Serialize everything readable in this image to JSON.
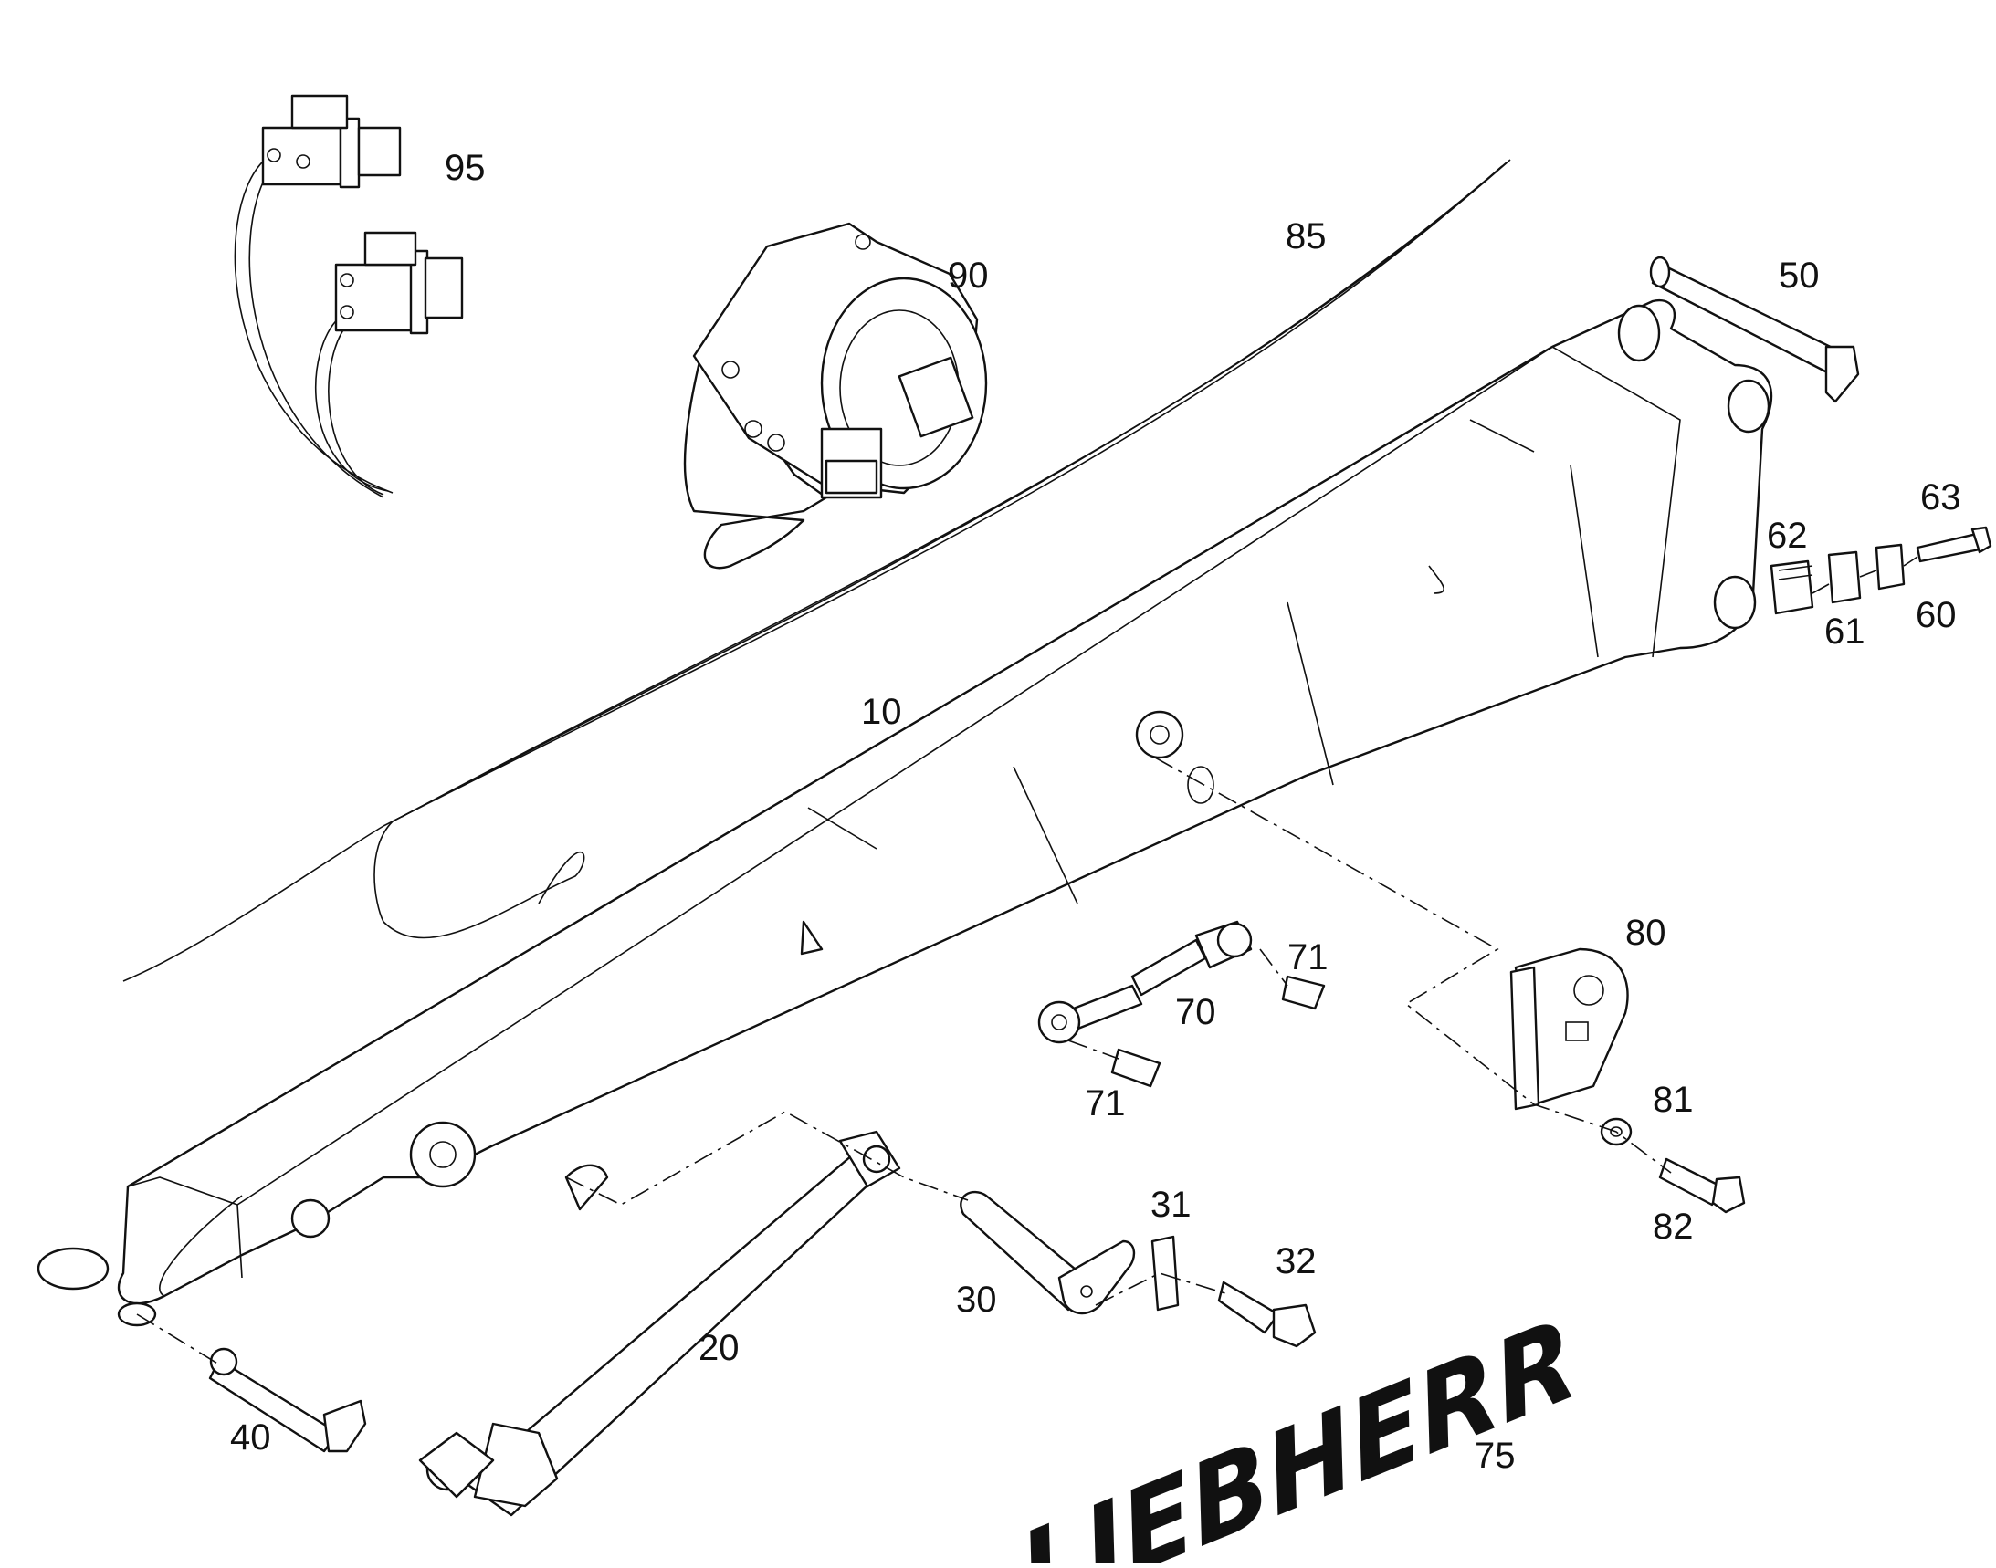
{
  "diagram": {
    "brand_logo": "LIEBHERR",
    "colors": {
      "ink": "#111111",
      "paper": "#ffffff"
    },
    "labels": {
      "p10": "10",
      "p20": "20",
      "p30": "30",
      "p31": "31",
      "p32": "32",
      "p40": "40",
      "p50": "50",
      "p60": "60",
      "p61": "61",
      "p62": "62",
      "p63": "63",
      "p70": "70",
      "p71a": "71",
      "p71b": "71",
      "p75": "75",
      "p80": "80",
      "p81": "81",
      "p82": "82",
      "p85": "85",
      "p90": "90",
      "p95": "95"
    }
  }
}
